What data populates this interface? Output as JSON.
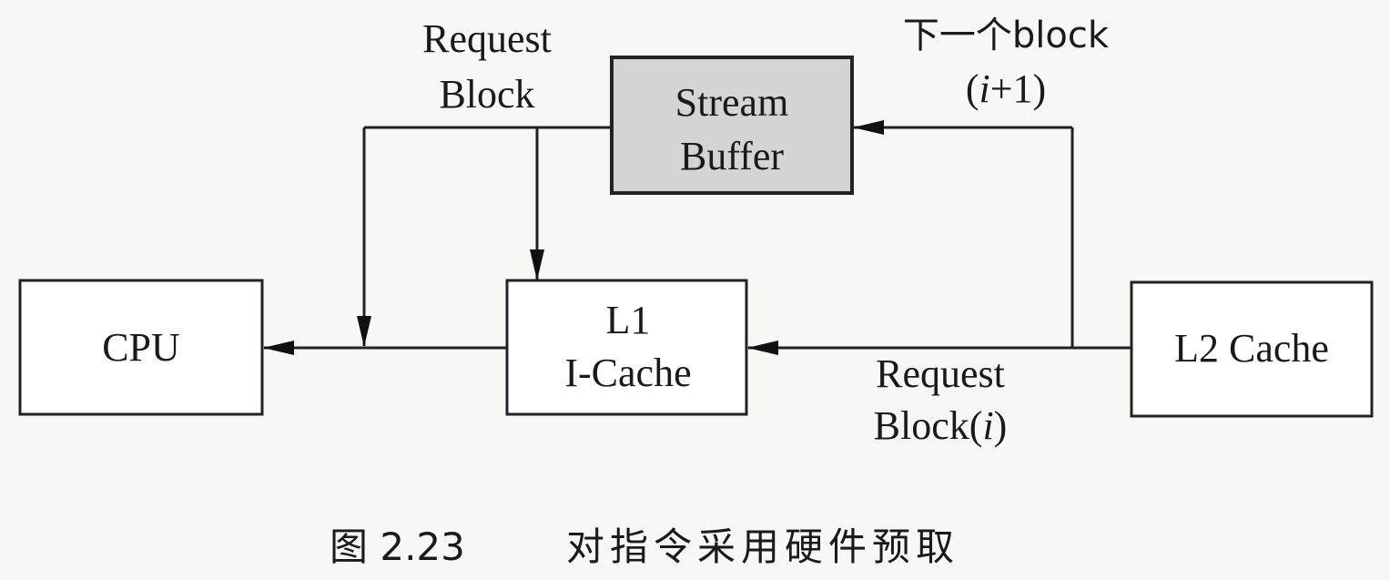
{
  "diagram": {
    "nodes": {
      "stream_buffer": {
        "line1": "Stream",
        "line2": "Buffer",
        "fill": "#d4d4d2"
      },
      "cpu": {
        "label": "CPU"
      },
      "l1": {
        "line1": "L1",
        "line2": "I-Cache"
      },
      "l2": {
        "label": "L2 Cache"
      }
    },
    "edge_labels": {
      "request_block": {
        "line1": "Request",
        "line2": "Block"
      },
      "next_block": {
        "line1": "下一个block",
        "line2_prefix": "(",
        "line2_var": "i",
        "line2_suffix": "+1)"
      },
      "request_block_i": {
        "line1": "Request",
        "line2_prefix": "Block(",
        "line2_var": "i",
        "line2_suffix": ")"
      }
    },
    "edges": [
      {
        "from": "stream_buffer",
        "to": "cpu",
        "label": "request_block"
      },
      {
        "from": "stream_buffer",
        "to": "l1",
        "label": "request_block"
      },
      {
        "from": "l2",
        "to": "stream_buffer",
        "label": "next_block"
      },
      {
        "from": "l2",
        "to": "l1",
        "label": "request_block_i"
      },
      {
        "from": "l1",
        "to": "cpu",
        "label": ""
      }
    ]
  },
  "caption": {
    "figure": "图 2.23",
    "text": "对指令采用硬件预取"
  }
}
